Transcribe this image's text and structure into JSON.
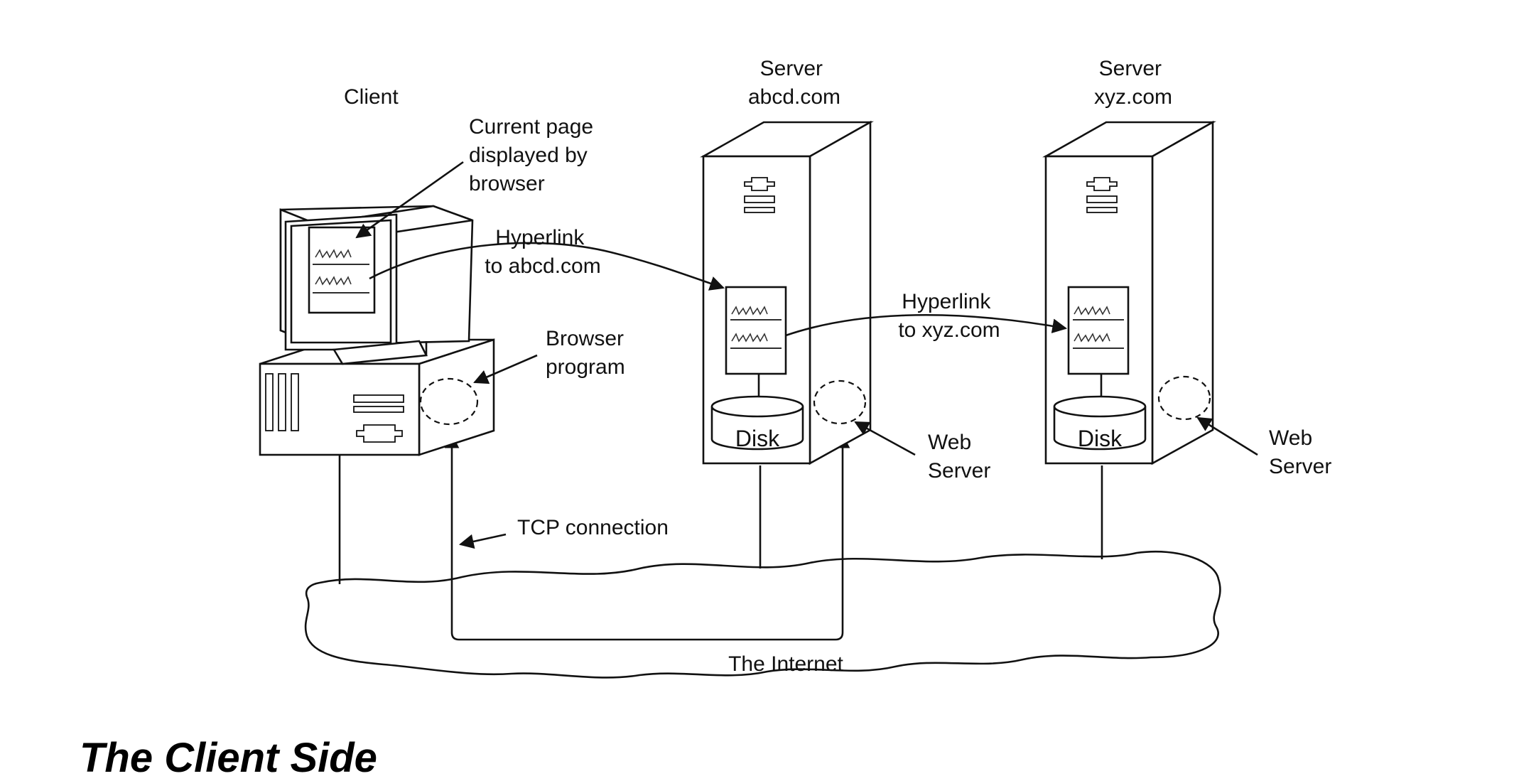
{
  "labels": {
    "client": "Client",
    "server_abcd": [
      "Server",
      "abcd.com"
    ],
    "server_xyz": [
      "Server",
      "xyz.com"
    ],
    "current_page": [
      "Current page",
      "displayed by",
      "browser"
    ],
    "hyperlink_abcd": [
      "Hyperlink",
      "to abcd.com"
    ],
    "hyperlink_xyz": [
      "Hyperlink",
      "to xyz.com"
    ],
    "browser_program": [
      "Browser",
      "program"
    ],
    "web_server_abcd": [
      "Web",
      "Server"
    ],
    "web_server_xyz": [
      "Web",
      "Server"
    ],
    "disk_abcd": "Disk",
    "disk_xyz": "Disk",
    "tcp_connection": "TCP connection",
    "internet": "The Internet"
  },
  "heading": "The Client Side",
  "icons": [
    "computer-icon",
    "server-tower-icon",
    "disk-icon",
    "cloud-icon"
  ]
}
